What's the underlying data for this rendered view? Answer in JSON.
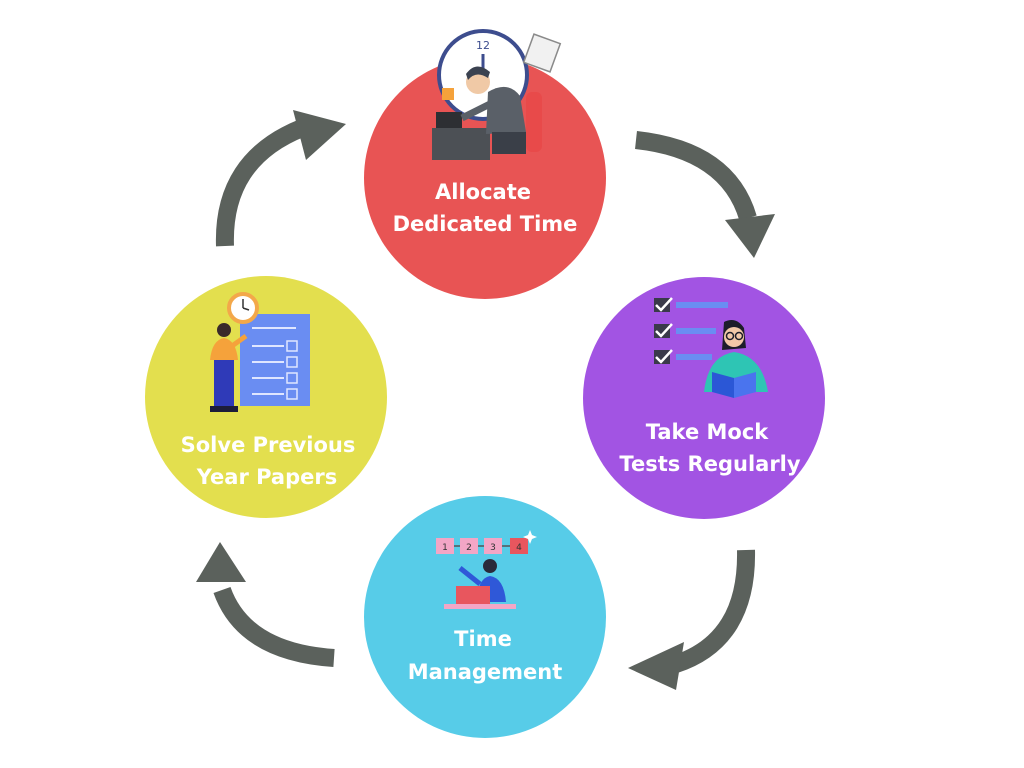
{
  "colors": {
    "arrow": "#5b615c",
    "allocate": "#e85454",
    "mock": "#a254e3",
    "time_mgmt": "#57cce8",
    "previous": "#e3df4e"
  },
  "steps": [
    {
      "key": "allocate",
      "line1": "Allocate",
      "line2": "Dedicated Time",
      "icon": "person-at-desk-clock-icon"
    },
    {
      "key": "mock",
      "line1": "Take Mock",
      "line2": "Tests Regularly",
      "icon": "checklist-reader-icon"
    },
    {
      "key": "time_mgmt",
      "line1": "Time",
      "line2": "Management",
      "icon": "timeline-laptop-icon"
    },
    {
      "key": "previous",
      "line1": "Solve Previous",
      "line2": "Year Papers",
      "icon": "clipboard-clock-icon"
    }
  ],
  "clock_number": "12",
  "timeline_steps": [
    "1",
    "2",
    "3",
    "4"
  ]
}
